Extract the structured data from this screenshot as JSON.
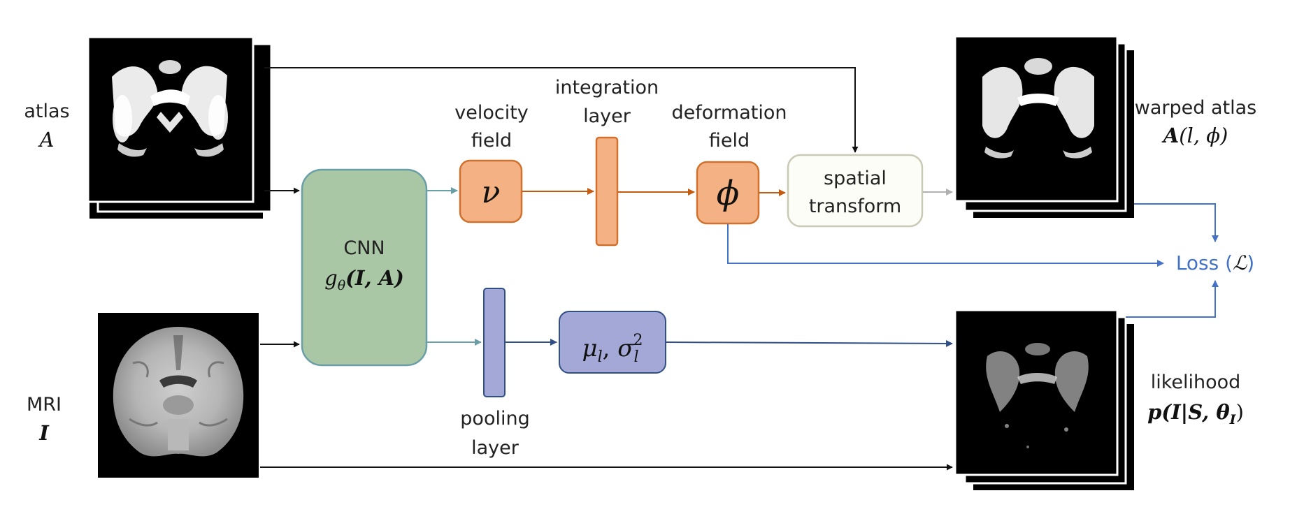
{
  "colors": {
    "black": "#111111",
    "orange_fill": "#f4b183",
    "orange_stroke": "#d0712d",
    "orange_arrow": "#c55a11",
    "green_fill": "#a9c7a4",
    "teal_stroke": "#6a9fa7",
    "purple_fill": "#a4a8d6",
    "navy": "#2f4f86",
    "blue": "#4472c4",
    "spatial_fill": "#fdfdf7",
    "spatial_stroke": "#c9c9b6",
    "grey_arrow": "#b0b0b0"
  },
  "inputs": {
    "atlas": {
      "label": "atlas",
      "symbol": "A"
    },
    "mri": {
      "label": "MRI",
      "symbol": "I"
    }
  },
  "cnn": {
    "label": "CNN",
    "fn": "g",
    "sub": "θ",
    "args": "(I, A)"
  },
  "velocity": {
    "label_line1": "velocity",
    "label_line2": "field",
    "symbol": "ν"
  },
  "integration": {
    "label_line1": "integration",
    "label_line2": "layer"
  },
  "deformation": {
    "label_line1": "deformation",
    "label_line2": "field",
    "symbol": "ϕ"
  },
  "spatial": {
    "line1": "spatial",
    "line2": "transform"
  },
  "pooling": {
    "label_line1": "pooling",
    "label_line2": "layer"
  },
  "params": {
    "mu": "μ",
    "sigma": "σ",
    "sub": "l",
    "sup": "2"
  },
  "warped": {
    "label": "warped atlas",
    "expr_head": "A",
    "expr_tail": "(l, ϕ)"
  },
  "likelihood": {
    "label": "likelihood",
    "expr": "p(I|S, θ",
    "expr_sub": "I",
    "expr_close": ")"
  },
  "loss": {
    "label": "Loss (",
    "symbol": "ℒ",
    "close": ")"
  }
}
